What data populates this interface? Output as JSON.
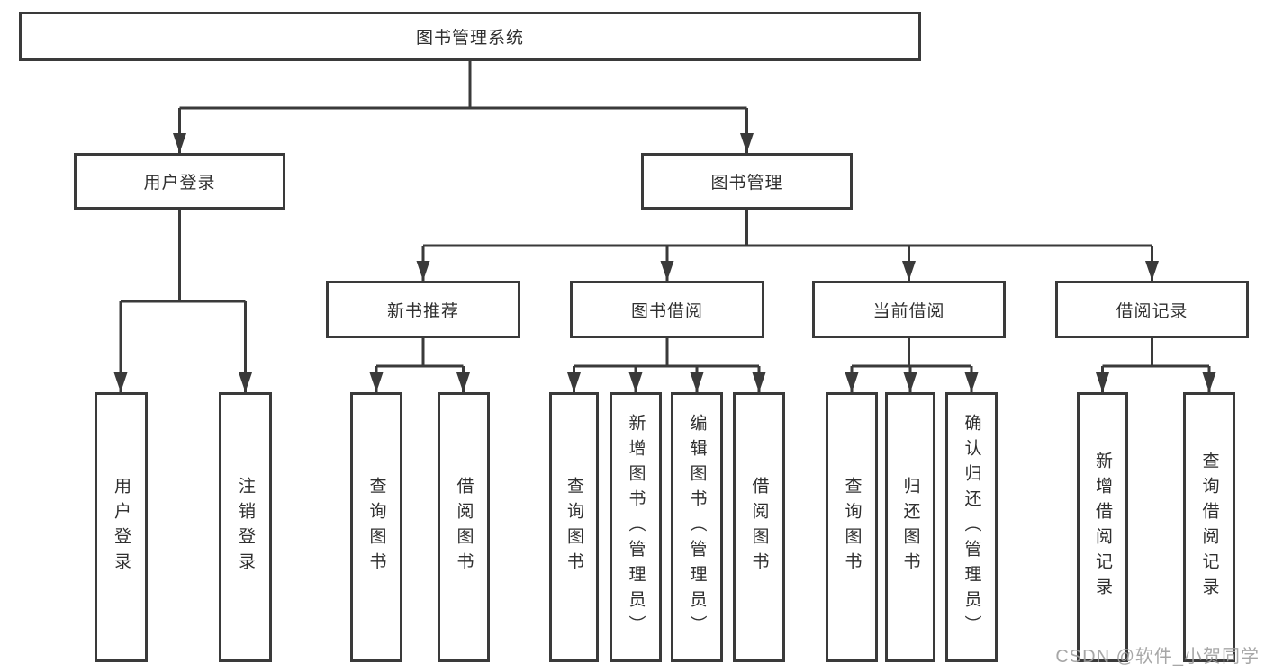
{
  "diagram_type": "hierarchy-tree",
  "colors": {
    "line": "#3a3a3a",
    "box_border": "#3a3a3a",
    "text": "#2f2f2f",
    "background": "#ffffff",
    "watermark_text_color": "#9e9e9e"
  },
  "tree": {
    "label": "图书管理系统",
    "children": [
      {
        "label": "用户登录",
        "children": [
          {
            "label": "用户登录"
          },
          {
            "label": "注销登录"
          }
        ]
      },
      {
        "label": "图书管理",
        "children": [
          {
            "label": "新书推荐",
            "children": [
              {
                "label": "查询图书"
              },
              {
                "label": "借阅图书"
              }
            ]
          },
          {
            "label": "图书借阅",
            "children": [
              {
                "label": "查询图书"
              },
              {
                "label": "新增图书（管理员）"
              },
              {
                "label": "编辑图书（管理员）"
              },
              {
                "label": "借阅图书"
              }
            ]
          },
          {
            "label": "当前借阅",
            "children": [
              {
                "label": "查询图书"
              },
              {
                "label": "归还图书"
              },
              {
                "label": "确认归还（管理员）"
              }
            ]
          },
          {
            "label": "借阅记录",
            "children": [
              {
                "label": "新增借阅记录"
              },
              {
                "label": "查询借阅记录"
              }
            ]
          }
        ]
      }
    ]
  },
  "watermark": {
    "text": "CSDN @软件_小贺同学"
  }
}
